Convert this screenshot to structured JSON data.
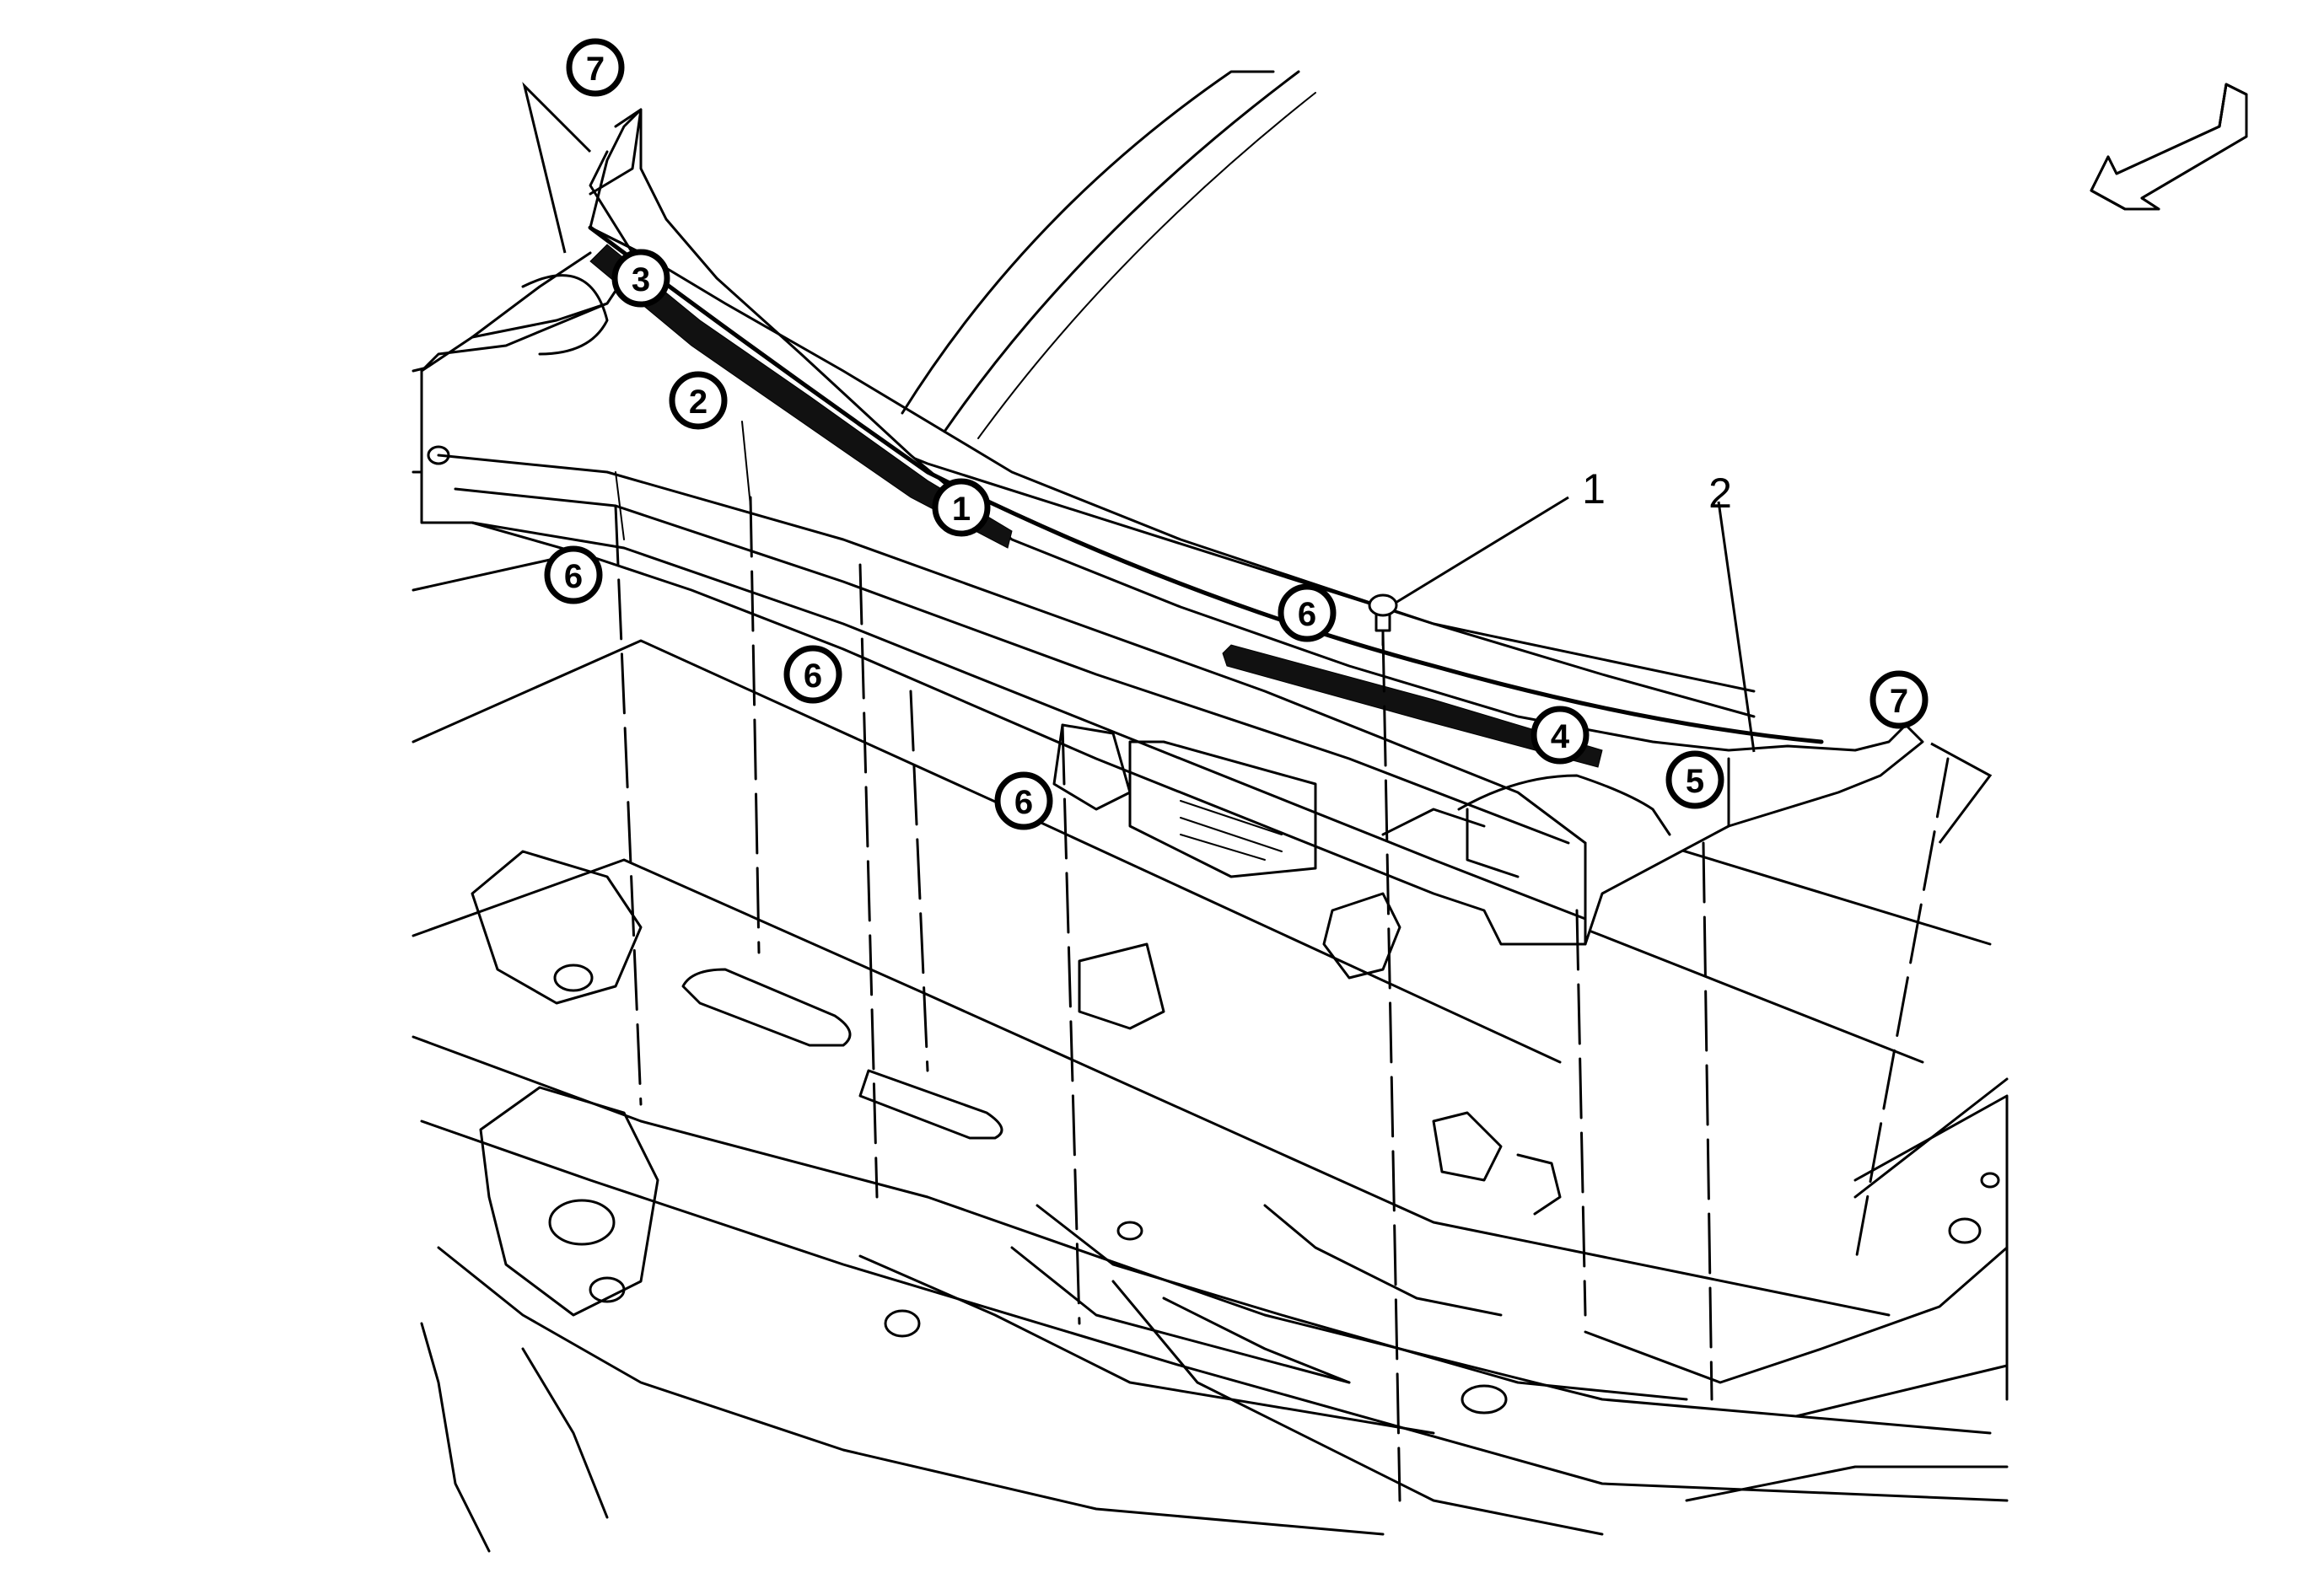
{
  "callouts": [
    {
      "id": "callout-7-left",
      "label": "7"
    },
    {
      "id": "callout-3",
      "label": "3"
    },
    {
      "id": "callout-2",
      "label": "2"
    },
    {
      "id": "callout-1",
      "label": "1"
    },
    {
      "id": "callout-6-a",
      "label": "6"
    },
    {
      "id": "callout-6-b",
      "label": "6"
    },
    {
      "id": "callout-6-c",
      "label": "6"
    },
    {
      "id": "callout-6-d",
      "label": "6"
    },
    {
      "id": "callout-4",
      "label": "4"
    },
    {
      "id": "callout-5",
      "label": "5"
    },
    {
      "id": "callout-7-right",
      "label": "7"
    }
  ],
  "plain_labels": [
    {
      "id": "label-1",
      "label": "1"
    },
    {
      "id": "label-2",
      "label": "2"
    }
  ],
  "icons": {
    "direction_arrow": "front-direction-arrow-icon"
  },
  "colors": {
    "stroke": "#000000",
    "background": "#ffffff"
  }
}
